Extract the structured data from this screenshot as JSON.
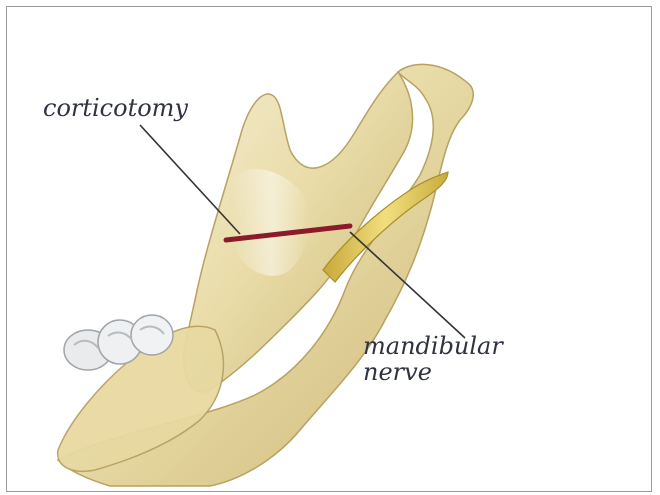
{
  "labels": {
    "corticotomy": "corticotomy",
    "mandibular_nerve_line1": "mandibular",
    "mandibular_nerve_line2": "nerve"
  }
}
